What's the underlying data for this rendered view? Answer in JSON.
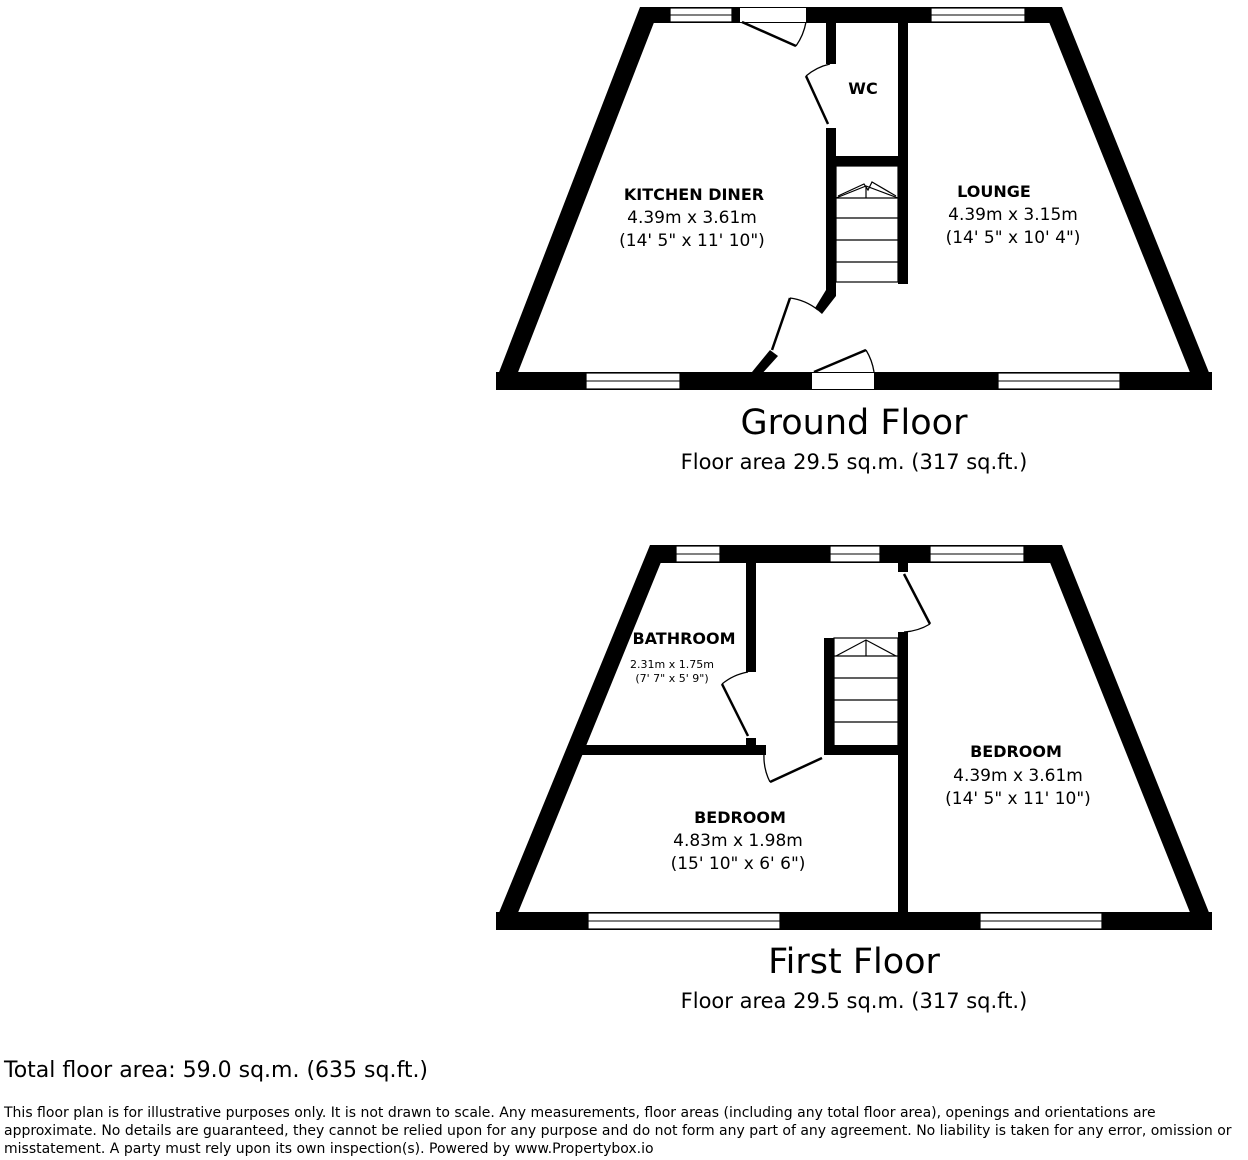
{
  "ground_floor": {
    "title": "Ground Floor",
    "area": "Floor area 29.5 sq.m. (317 sq.ft.)",
    "rooms": [
      {
        "name": "KITCHEN DINER",
        "dim_m": "4.39m x 3.61m",
        "dim_ft": "(14' 5\" x 11' 10\")"
      },
      {
        "name": "WC"
      },
      {
        "name": "LOUNGE",
        "dim_m": "4.39m x 3.15m",
        "dim_ft": "(14' 5\" x 10' 4\")"
      }
    ]
  },
  "first_floor": {
    "title": "First Floor",
    "area": "Floor area 29.5 sq.m. (317 sq.ft.)",
    "rooms": [
      {
        "name": "BATHROOM",
        "dim_m": "2.31m x 1.75m",
        "dim_ft": "(7' 7\" x 5' 9\")"
      },
      {
        "name": "BEDROOM",
        "dim_m": "4.39m x 3.61m",
        "dim_ft": "(14' 5\" x 11' 10\")"
      },
      {
        "name": "BEDROOM",
        "dim_m": "4.83m x 1.98m",
        "dim_ft": "(15' 10\" x 6' 6\")"
      }
    ]
  },
  "total_area": "Total floor area: 59.0 sq.m. (635 sq.ft.)",
  "disclaimer": "This floor plan is for illustrative purposes only. It is not drawn to scale. Any measurements, floor areas (including any total floor area), openings and orientations are approximate. No details are guaranteed, they cannot be relied upon for any purpose and do not form any part of any agreement. No liability is taken for any error, omission or misstatement. A party must rely upon its own inspection(s). Powered by www.Propertybox.io"
}
